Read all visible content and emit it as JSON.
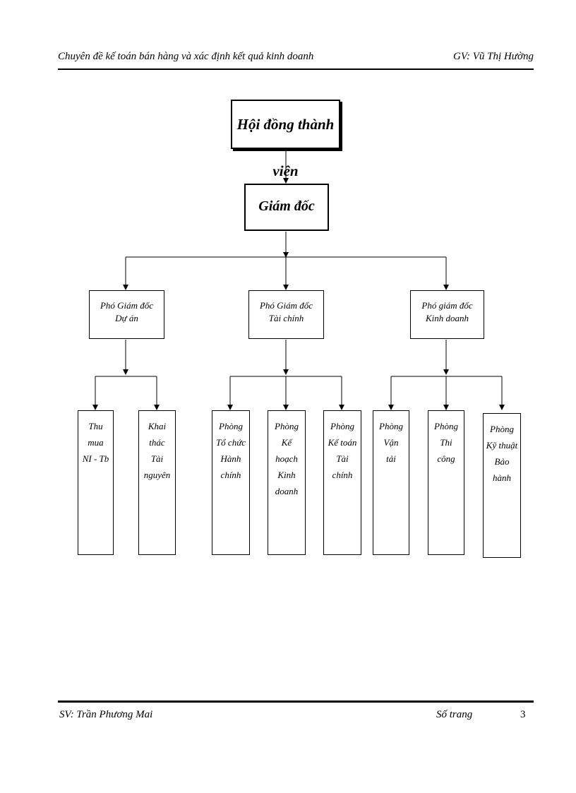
{
  "header": {
    "left": "Chuyên  đề kế toán bán hàng và xác định kết quả kinh doanh",
    "right": "GV: Vũ Thị Hường"
  },
  "footer": {
    "left": "SV: Trần Phương Mai",
    "page_label": "Số trang",
    "page_number": "3"
  },
  "org_chart": {
    "top": "Hội đồng thành viên",
    "director": "Giám đốc",
    "deputies": [
      {
        "lines": [
          "Phó Giám đốc",
          "Dự án"
        ],
        "departments": [
          {
            "lines": [
              "Thu",
              "mua",
              "NI - Tb"
            ]
          },
          {
            "lines": [
              "Khai",
              "thác",
              "Tài",
              "nguyên"
            ]
          }
        ]
      },
      {
        "lines": [
          "Phó Giám đốc",
          "Tài chính"
        ],
        "departments": [
          {
            "lines": [
              "Phòng",
              "Tổ chức",
              "Hành",
              "chính"
            ]
          },
          {
            "lines": [
              "Phòng",
              "Kế",
              "hoạch",
              "Kinh",
              "doanh"
            ]
          },
          {
            "lines": [
              "Phòng",
              "Kế toán",
              "Tài",
              "chính"
            ]
          }
        ]
      },
      {
        "lines": [
          "Phó giám đốc",
          "Kinh doanh"
        ],
        "departments": [
          {
            "lines": [
              "Phòng",
              "Vận",
              "tải"
            ]
          },
          {
            "lines": [
              "Phòng",
              "Thi",
              "công"
            ]
          },
          {
            "lines": [
              "Phòng",
              "Kỹ thuật",
              "Bảo",
              "hành"
            ]
          }
        ]
      }
    ]
  }
}
